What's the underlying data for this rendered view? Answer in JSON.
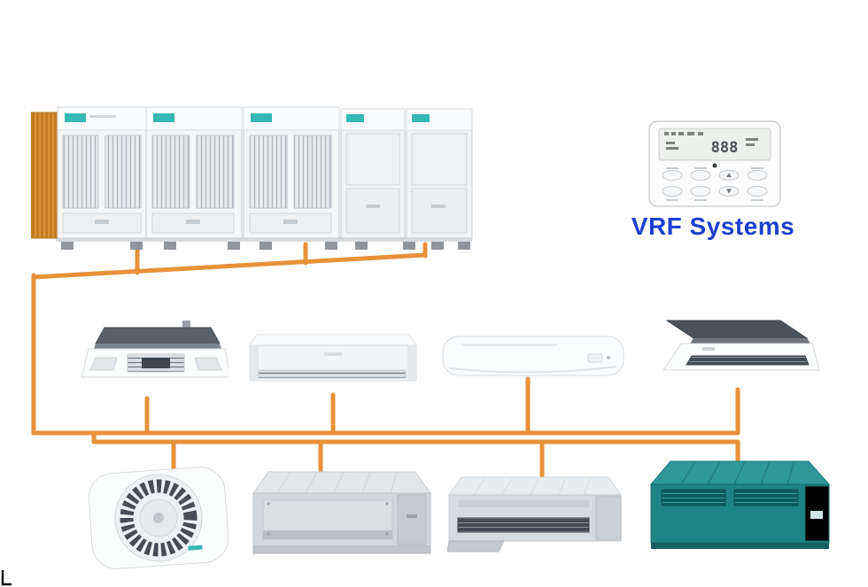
{
  "title": {
    "label": "VRF Systems"
  },
  "controller": {
    "name": "wired-remote-controller",
    "display": "888"
  },
  "colors": {
    "pipe": "#E8913A",
    "title": "#1C3FCE",
    "coil": "#D98F33",
    "brand_teal": "#35B8B4",
    "teal_unit": "#1F8487"
  },
  "equipment": {
    "outdoor_row": [
      "outdoor-unit-1",
      "outdoor-unit-2",
      "outdoor-unit-3",
      "outdoor-unit-4",
      "outdoor-unit-5"
    ],
    "indoor_row_1": [
      "four-way-cassette",
      "ceiling-suspended-unit",
      "wall-mounted-unit",
      "one-way-cassette"
    ],
    "indoor_row_2": [
      "round-flow-cassette",
      "ducted-unit-high-static",
      "ducted-unit-slim",
      "ducted-unit-teal"
    ]
  }
}
